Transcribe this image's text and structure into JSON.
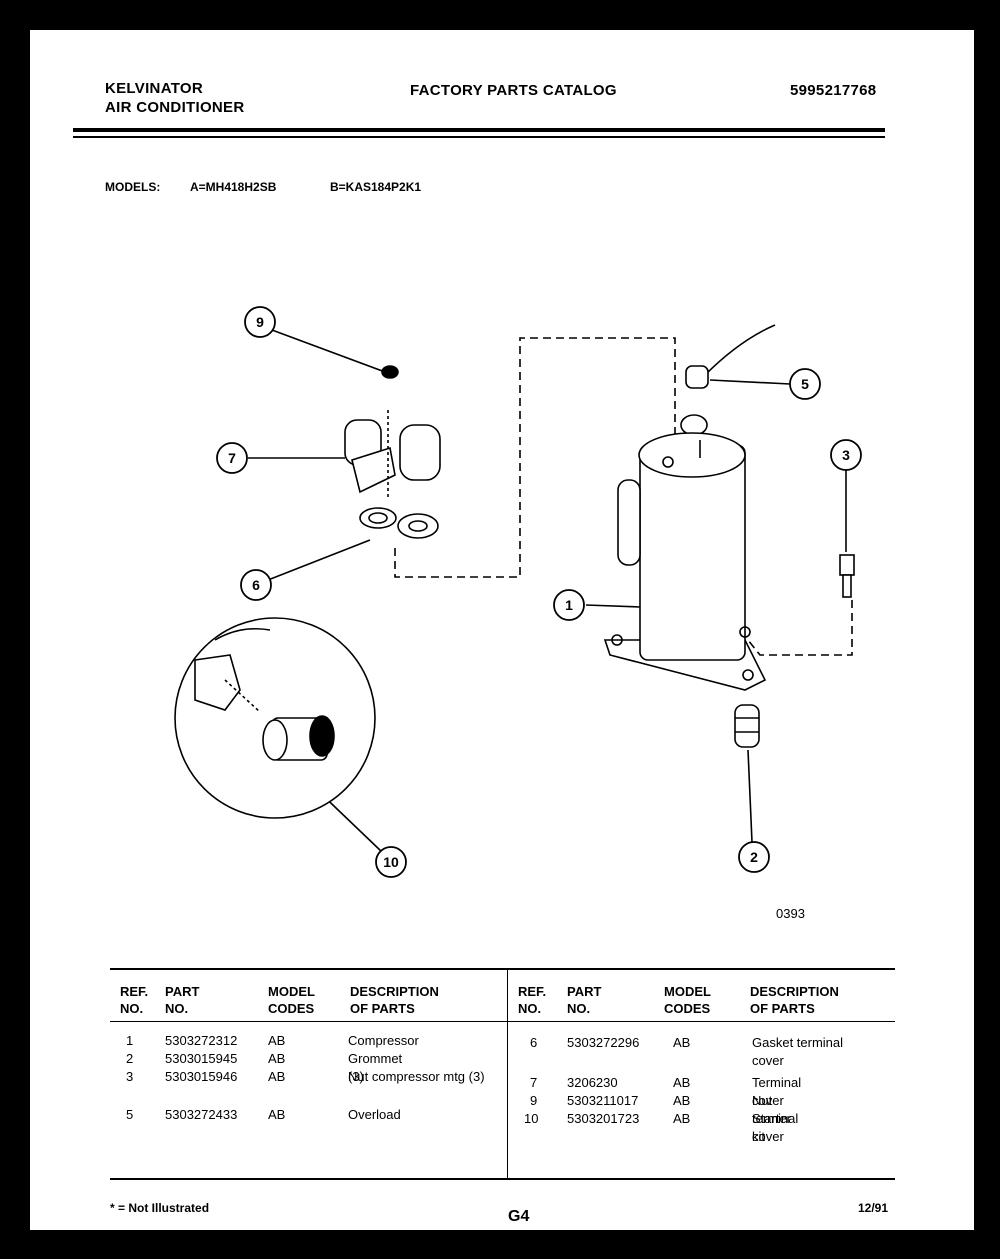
{
  "header": {
    "brand_line1": "KELVINATOR",
    "brand_line2": "AIR CONDITIONER",
    "catalog_title": "FACTORY PARTS CATALOG",
    "catalog_number": "5995217768"
  },
  "models": {
    "label": "MODELS:",
    "model_a": "A=MH418H2SB",
    "model_b": "B=KAS184P2K1"
  },
  "diagram": {
    "callouts": [
      "9",
      "7",
      "6",
      "10",
      "5",
      "3",
      "1",
      "2"
    ],
    "drawing_code": "0393"
  },
  "table": {
    "headers": {
      "ref": [
        "REF.",
        "NO."
      ],
      "part": [
        "PART",
        "NO."
      ],
      "model": [
        "MODEL",
        "CODES"
      ],
      "desc": [
        "DESCRIPTION",
        "OF PARTS"
      ]
    },
    "left_rows": [
      {
        "ref": "1",
        "part": "5303272312",
        "codes": "AB",
        "desc": "Compressor"
      },
      {
        "ref": "2",
        "part": "5303015945",
        "codes": "AB",
        "desc": "Grommet (3)"
      },
      {
        "ref": "3",
        "part": "5303015946",
        "codes": "AB",
        "desc": "Nut compressor mtg (3)"
      },
      {
        "ref": "5",
        "part": "5303272433",
        "codes": "AB",
        "desc": "Overload"
      }
    ],
    "right_rows": [
      {
        "ref": "6",
        "part": "5303272296",
        "codes": "AB",
        "desc": "Gasket terminal cover"
      },
      {
        "ref": "7",
        "part": "3206230",
        "codes": "AB",
        "desc": "Terminal cover"
      },
      {
        "ref": "9",
        "part": "5303211017",
        "codes": "AB",
        "desc": "Nut terminal cover"
      },
      {
        "ref": "10",
        "part": "5303201723",
        "codes": "AB",
        "desc": "Starter kit"
      }
    ]
  },
  "footer": {
    "note": "* = Not Illustrated",
    "page": "G4",
    "date": "12/91"
  }
}
